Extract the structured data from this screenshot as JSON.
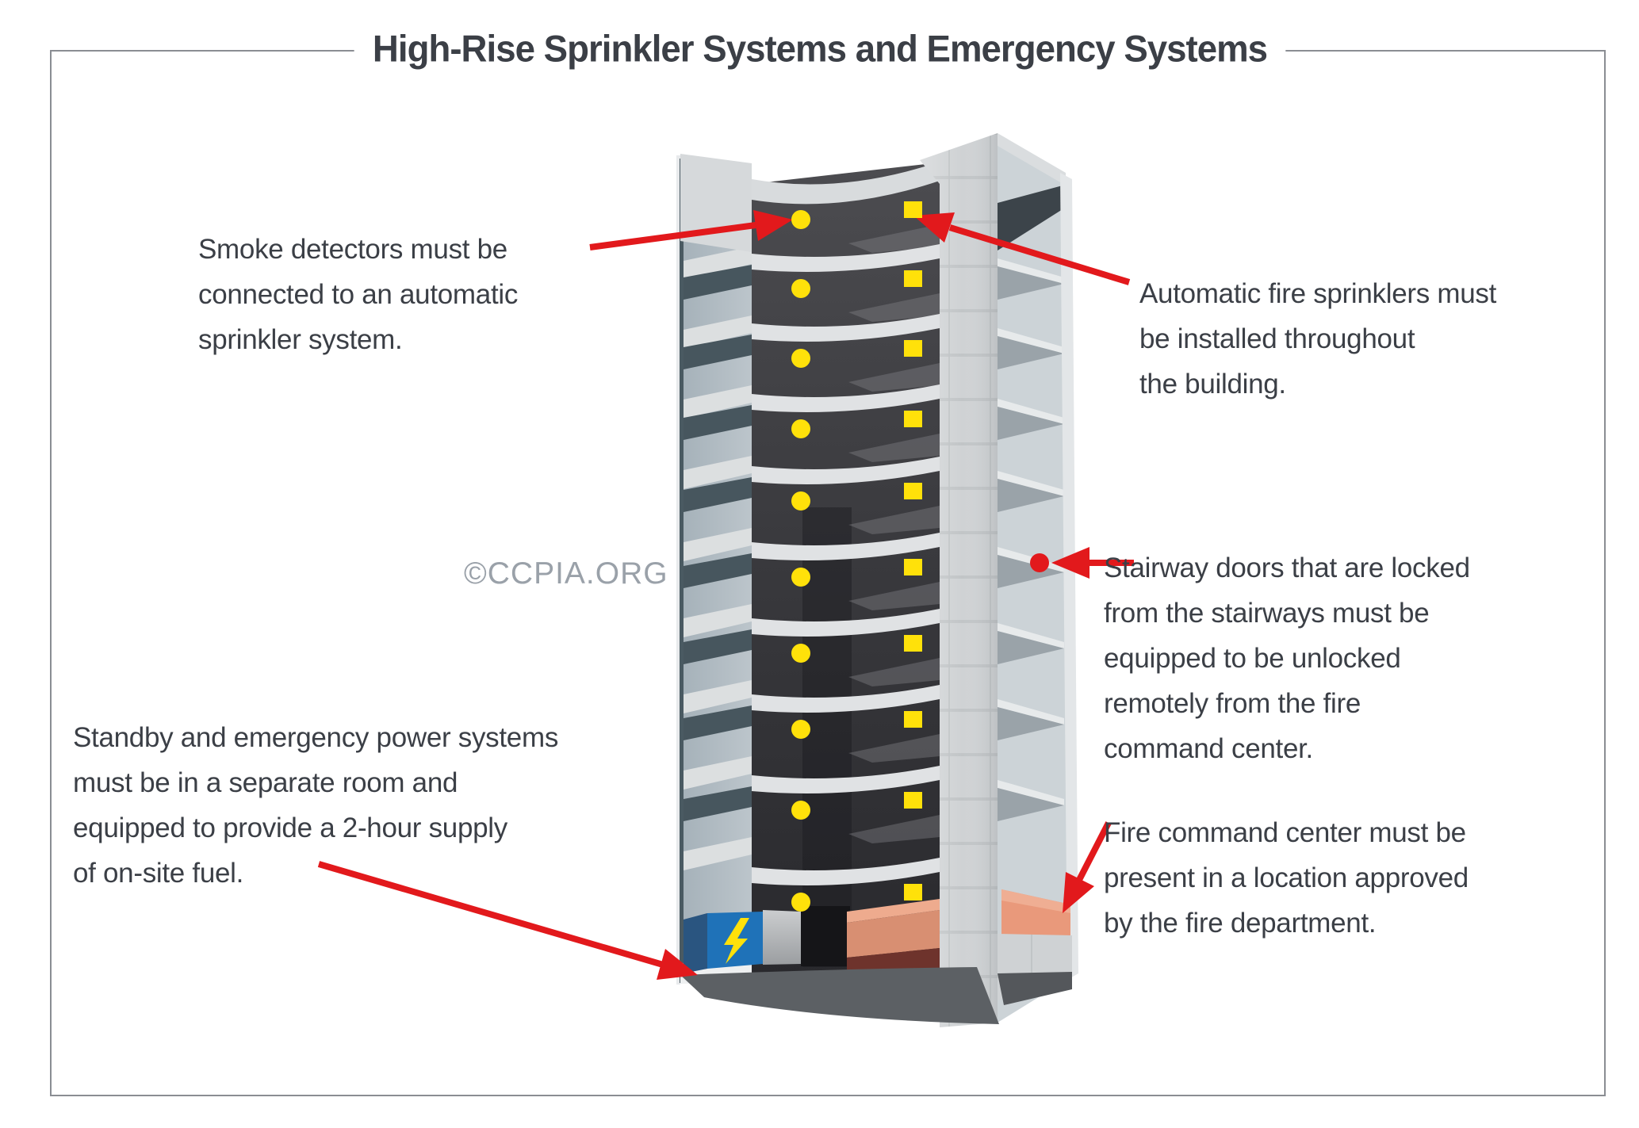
{
  "title": "High-Rise Sprinkler Systems and Emergency Systems",
  "watermark": "©CCPIA.ORG",
  "annotations": {
    "smoke_detectors": "Smoke detectors must be\nconnected to an automatic\nsprinkler system.",
    "fire_sprinklers": "Automatic fire sprinklers must\nbe installed throughout\nthe building.",
    "stairway_doors": "Stairway doors that are locked\nfrom the stairways must be\nequipped to be unlocked\nremotely from the fire\ncommand center.",
    "fire_command_center": "Fire command center must be\npresent in a location approved\nby the fire department.",
    "standby_power": "Standby and emergency power systems\nmust be in a separate room and\nequipped to provide a 2-hour supply\nof on-site fuel."
  },
  "building": {
    "floors": 10,
    "markers": {
      "smoke_detector": {
        "shape": "circle",
        "color": "#FFE10A"
      },
      "fire_sprinkler": {
        "shape": "square",
        "color": "#FFE10A"
      }
    },
    "features": {
      "standby_power_box": {
        "color": "#1F72B8",
        "icon": "lightning-bolt-icon"
      },
      "fire_command_center": {
        "color": "#E9997B"
      },
      "stairway_door_indicator": {
        "color": "#E2191C"
      }
    }
  },
  "colors": {
    "arrow_red": "#E2191C",
    "marker_yellow": "#FFE10A",
    "text": "#3B3F46",
    "border": "#8A8D93",
    "watermark": "#9AA1A9",
    "concrete": "#CFD2D4",
    "ceiling_dark": "#3A3A3E",
    "glass": "#B7C1C8"
  }
}
